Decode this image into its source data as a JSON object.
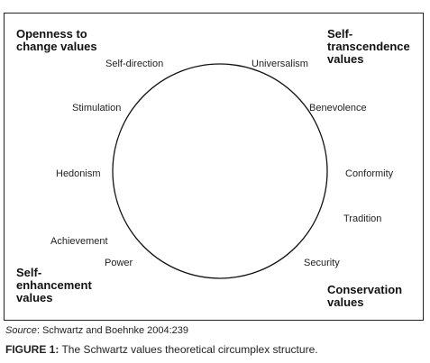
{
  "groups": {
    "openness": "Openness to change values",
    "self_transcendence_1": "Self-",
    "self_transcendence_2": "transcendence",
    "self_transcendence_3": "values",
    "self_enhancement_1": "Self-",
    "self_enhancement_2": "enhancement",
    "self_enhancement_3": "values",
    "conservation_1": "Conservation",
    "conservation_2": "values",
    "openness_1": "Openness to",
    "openness_2": "change values"
  },
  "values": {
    "self_direction": "Self-direction",
    "universalism": "Universalism",
    "stimulation": "Stimulation",
    "benevolence": "Benevolence",
    "hedonism": "Hedonism",
    "conformity": "Conformity",
    "tradition": "Tradition",
    "achievement": "Achievement",
    "power": "Power",
    "security": "Security"
  },
  "source": {
    "prefix": "Source",
    "text": ": Schwartz and Boehnke 2004:239"
  },
  "caption": {
    "prefix": "FIGURE 1:",
    "text": " The Schwartz values theoretical circumplex structure."
  }
}
